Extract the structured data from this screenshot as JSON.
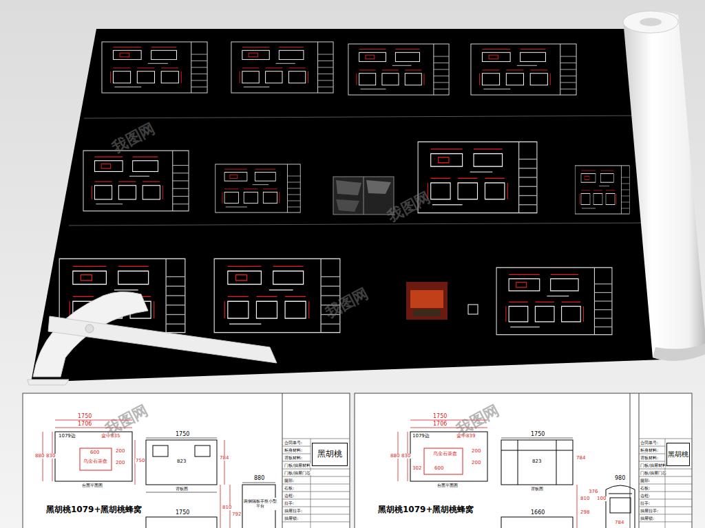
{
  "diagram": {
    "nodes": [
      {
        "text": [
          "两侧隔板手抠小型平台"
        ]
      },
      {
        "text": [
          "黑胡桃"
        ]
      },
      {
        "text": [
          "黑胡桃"
        ]
      }
    ],
    "labels": [
      "1750",
      "1706",
      "1079边",
      "盒中835",
      "880",
      "830",
      "600",
      "乌金石茶盘",
      "200",
      "200",
      "台面平面图",
      "1750",
      "750",
      "823",
      "784",
      "背板图",
      "黑胡桃1079+黑胡桃蜂窝",
      "1750",
      "880",
      "810",
      "792",
      "合同单号:",
      "柜身材料:",
      "背板材料:",
      "门板/抽屉材料",
      "门板/抽屉门芯",
      "腿部:",
      "石板:",
      "边框:",
      "拉手:",
      "抽屉拉手:",
      "抽屉锁:",
      "1750",
      "1706",
      "1079边",
      "盒中839",
      "880",
      "830",
      "乌金石茶盘",
      "302",
      "600",
      "200",
      "200",
      "台面平面图",
      "1750",
      "823",
      "784",
      "背板图",
      "黑胡桃1079+黑胡桃蜂窝",
      "1660",
      "980",
      "810",
      "376",
      "100",
      "298",
      "784",
      "合同单号:",
      "柜身材料:",
      "背板材料:",
      "门板/抽屉材料",
      "门板/抽屉门芯",
      "腿部:",
      "石板:",
      "边框:",
      "拉手:",
      "抽屉拉手:",
      "抽屉锁:",
      "我图网",
      "我图网",
      "我图网",
      "我图网",
      "我图网"
    ]
  }
}
